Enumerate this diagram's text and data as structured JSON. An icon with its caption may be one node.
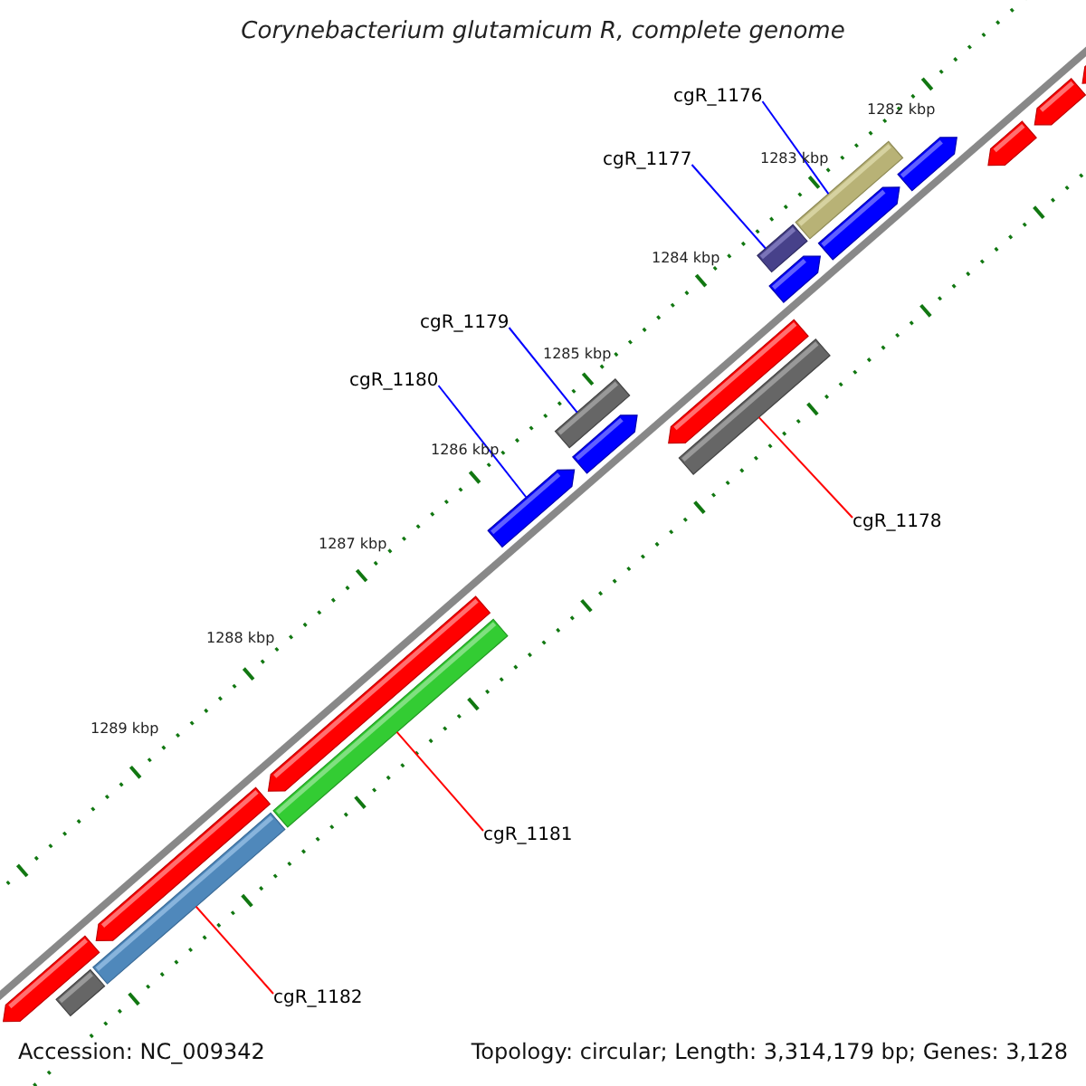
{
  "diagram": {
    "title": "Corynebacterium glutamicum R, complete genome",
    "nodes": [
      {
        "text": [
          "cgR_1176"
        ]
      },
      {
        "text": [],
        "shape": "bar"
      },
      {
        "text": [
          "cgR_1177"
        ]
      },
      {
        "text": [],
        "shape": "bar"
      },
      {
        "text": [
          "cgR_1179"
        ]
      },
      {
        "text": [],
        "shape": "bar"
      },
      {
        "text": [
          "cgR_1180"
        ]
      },
      {
        "text": [],
        "shape": "pentagon"
      },
      {
        "text": [
          "cgR_1178"
        ]
      },
      {
        "text": [],
        "shape": "bar"
      },
      {
        "text": [
          "cgR_1181"
        ]
      },
      {
        "text": [],
        "shape": "bar"
      },
      {
        "text": [
          "cgR_1182"
        ]
      },
      {
        "text": [],
        "shape": "bar"
      },
      {
        "text": [],
        "shape": "pentagon"
      },
      {
        "text": [],
        "shape": "pentagon"
      },
      {
        "text": [],
        "shape": "pentagon"
      },
      {
        "text": [],
        "shape": "pentagon"
      },
      {
        "text": [],
        "shape": "pentagon"
      },
      {
        "text": [],
        "shape": "pentagon"
      },
      {
        "text": [],
        "shape": "pentagon"
      },
      {
        "text": [],
        "shape": "pentagon"
      },
      {
        "text": [],
        "shape": "pentagon"
      },
      {
        "text": [],
        "shape": "pentagon"
      },
      {
        "text": [],
        "shape": "pentagon"
      },
      {
        "text": [],
        "shape": "bar"
      }
    ],
    "edges": [
      {
        "from": 0,
        "to": 1,
        "arrow": "none",
        "color": "#0000ff"
      },
      {
        "from": 2,
        "to": 3,
        "arrow": "none",
        "color": "#0000ff"
      },
      {
        "from": 4,
        "to": 5,
        "arrow": "none",
        "color": "#0000ff"
      },
      {
        "from": 6,
        "to": 7,
        "arrow": "none",
        "color": "#0000ff"
      },
      {
        "from": 8,
        "to": 9,
        "arrow": "none",
        "color": "#ff0000"
      },
      {
        "from": 10,
        "to": 11,
        "arrow": "none",
        "color": "#ff0000"
      },
      {
        "from": 12,
        "to": 13,
        "arrow": "none",
        "color": "#ff0000"
      }
    ],
    "labels": [
      "1282 kbp",
      "1283 kbp",
      "1284 kbp",
      "1285 kbp",
      "1286 kbp",
      "1287 kbp",
      "1288 kbp",
      "1289 kbp",
      "Accession: NC_009342",
      "Topology: circular; Length: 3,314,179 bp; Genes: 3,128"
    ]
  }
}
